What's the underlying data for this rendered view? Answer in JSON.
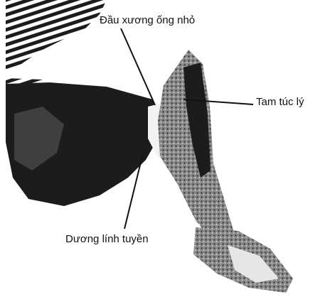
{
  "figure": {
    "labels": {
      "bone_head": "Đầu xương ống nhỏ",
      "tam_tuc_ly": "Tam túc lý",
      "duong_linh_tuyen": "Dương lính tuyền"
    },
    "colors": {
      "ink": "#111111",
      "shadow": "#1c1c1c",
      "midtone": "#6a6a6a",
      "highlight": "#f2f2f2",
      "background": "#ffffff"
    }
  }
}
